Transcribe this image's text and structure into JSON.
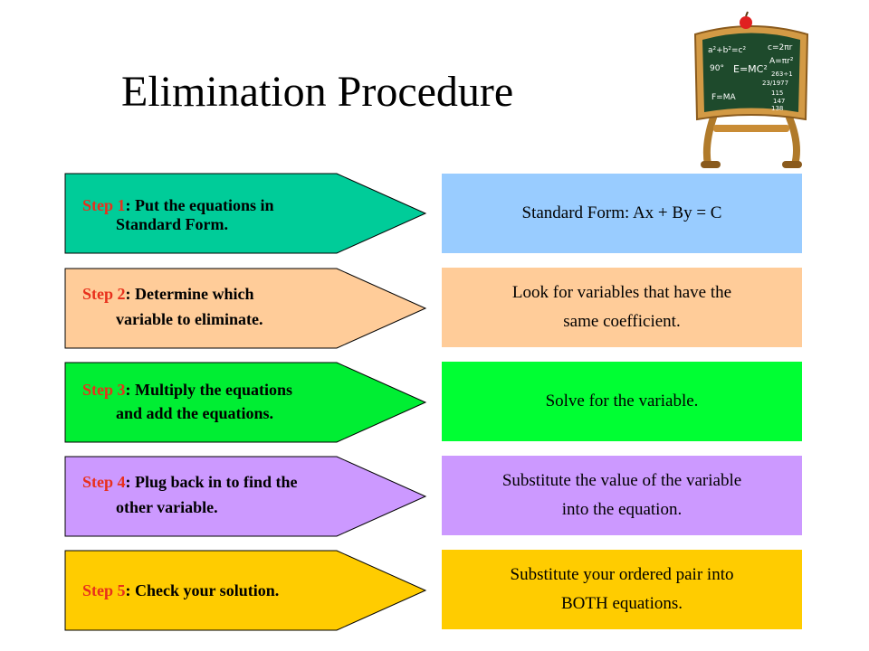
{
  "title": "Elimination Procedure",
  "clipart": {
    "icon": "chalkboard-icon",
    "formulas": [
      "a²+b²=c²",
      "c=2πr",
      "A=πr²",
      "E=MC²",
      "90°",
      "F=MA",
      "263÷1",
      "23/1977",
      "115",
      "147",
      "138"
    ]
  },
  "steps": [
    {
      "label": "Step 1",
      "line1": ": Put the equations in",
      "line2": "Standard Form.",
      "fill": "#00cc99",
      "desc": [
        "Standard Form: Ax + By = C"
      ],
      "desc_fill": "#99ccff"
    },
    {
      "label": "Step 2",
      "line1": ": Determine which",
      "line2": "variable to eliminate.",
      "fill": "#ffcc99",
      "desc": [
        "Look for variables that have the",
        "same coefficient."
      ],
      "desc_fill": "#ffcc99"
    },
    {
      "label": "Step 3",
      "line1": ": Multiply the equations",
      "line2": "and add the equations.",
      "fill": "#00ee33",
      "desc": [
        "Solve for the variable."
      ],
      "desc_fill": "#00ff33"
    },
    {
      "label": "Step 4",
      "line1": ": Plug back in to find the",
      "line2": "other variable.",
      "fill": "#cc99ff",
      "desc": [
        "Substitute the value of the variable",
        "into the equation."
      ],
      "desc_fill": "#cc99ff"
    },
    {
      "label": "Step 5",
      "line1": ": Check your solution.",
      "line2": "",
      "fill": "#ffcc00",
      "desc": [
        "Substitute your ordered pair into",
        "BOTH equations."
      ],
      "desc_fill": "#ffcc00"
    }
  ]
}
